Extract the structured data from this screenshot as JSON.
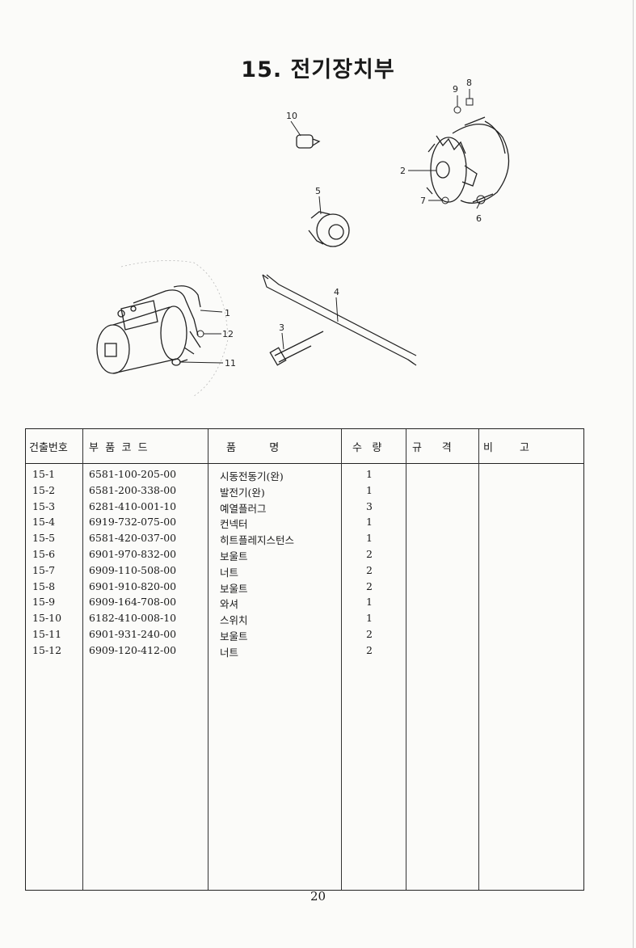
{
  "page": {
    "title": "15. 전기장치부",
    "page_number": "20"
  },
  "diagram": {
    "callouts": [
      "1",
      "2",
      "3",
      "4",
      "5",
      "6",
      "7",
      "8",
      "9",
      "10",
      "11",
      "12"
    ]
  },
  "table": {
    "headers": [
      "건출번호",
      "부  품  코  드",
      "품          명",
      "수   량",
      "규      격",
      "비        고"
    ],
    "rows": [
      {
        "no": "15-1",
        "code": "6581-100-205-00",
        "name": "시동전동기(완)",
        "qty": "1"
      },
      {
        "no": "15-2",
        "code": "6581-200-338-00",
        "name": "발전기(완)",
        "qty": "1"
      },
      {
        "no": "15-3",
        "code": "6281-410-001-10",
        "name": "예열플러그",
        "qty": "3"
      },
      {
        "no": "15-4",
        "code": "6919-732-075-00",
        "name": "컨넥터",
        "qty": "1"
      },
      {
        "no": "15-5",
        "code": "6581-420-037-00",
        "name": "히트플레지스턴스",
        "qty": "1"
      },
      {
        "no": "15-6",
        "code": "6901-970-832-00",
        "name": "보울트",
        "qty": "2"
      },
      {
        "no": "15-7",
        "code": "6909-110-508-00",
        "name": "너트",
        "qty": "2"
      },
      {
        "no": "15-8",
        "code": "6901-910-820-00",
        "name": "보울트",
        "qty": "2"
      },
      {
        "no": "15-9",
        "code": "6909-164-708-00",
        "name": "와셔",
        "qty": "1"
      },
      {
        "no": "15-10",
        "code": "6182-410-008-10",
        "name": "스위치",
        "qty": "1"
      },
      {
        "no": "15-11",
        "code": "6901-931-240-00",
        "name": "보울트",
        "qty": "2"
      },
      {
        "no": "15-12",
        "code": "6909-120-412-00",
        "name": "너트",
        "qty": "2"
      }
    ]
  }
}
